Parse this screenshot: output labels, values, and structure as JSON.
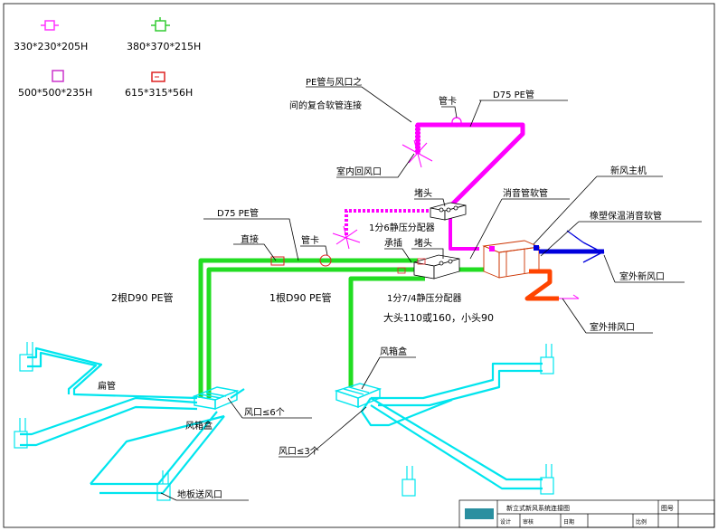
{
  "legend": [
    {
      "text": "330*230*205H",
      "color": "#ff33ff"
    },
    {
      "text": "380*370*215H",
      "color": "#33cc33"
    },
    {
      "text": "500*500*235H",
      "color": "#cc33cc"
    },
    {
      "text": "615*315*56H",
      "color": "#dd2222"
    }
  ],
  "labels": {
    "pe_joint_1": "PE管与风口之",
    "pe_joint_2": "间的复合软管连接",
    "pipe_clip_top": "管卡",
    "d75_top": "D75 PE管",
    "indoor_return": "室内回风口",
    "plug_top": "堵头",
    "silencer_hose": "消音管软管",
    "fresh_air_host": "新风主机",
    "dist_6": "1分6静压分配器",
    "d75_mid": "D75 PE管",
    "direct_joint": "直接",
    "pipe_clip_mid": "管卡",
    "plug_mid": "堵头",
    "support": "承插",
    "insulated_hose": "橡塑保温消音软管",
    "outdoor_fresh": "室外新风口",
    "two_d90": "2根D90 PE管",
    "one_d90": "1根D90 PE管",
    "dist_7": "1分7/4静压分配器",
    "dist_size": "大头110或160，小头90",
    "outdoor_exhaust": "室外排风口",
    "flat_pipe": "扁管",
    "box_left": "风箱盒",
    "box_right": "风箱盒",
    "outlet_6": "风口≤6个",
    "outlet_3": "风口≤3个",
    "floor_outlet": "地板送风口"
  },
  "title_block": {
    "title": "新立式新风系统连接图",
    "sheet_label": "图号",
    "row_labels": [
      "设计",
      "审核",
      "日期",
      "比例"
    ]
  },
  "colors": {
    "magenta": "#ff00ff",
    "green": "#22dd22",
    "cyan": "#00e5ee",
    "blue": "#0000dd",
    "orange": "#ff4400"
  }
}
